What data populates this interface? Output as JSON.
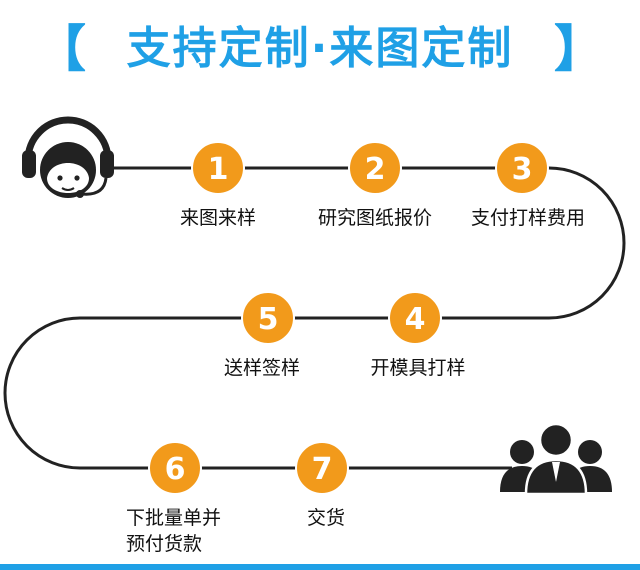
{
  "title": {
    "bracket_left": "【",
    "text": "支持定制·来图定制",
    "bracket_right": "】"
  },
  "colors": {
    "title_blue": "#1fa0e6",
    "circle_orange": "#f29a1b",
    "line": "#222222",
    "icon": "#222222",
    "bottom_bar": "#1fa0e6"
  },
  "icons": {
    "start": "customer-service-headset-icon",
    "end": "customer-group-icon"
  },
  "steps": [
    {
      "number": "1",
      "label": [
        "来图来样"
      ]
    },
    {
      "number": "2",
      "label": [
        "研究图纸报价"
      ]
    },
    {
      "number": "3",
      "label": [
        "支付打样费用"
      ]
    },
    {
      "number": "4",
      "label": [
        "开模具打样"
      ]
    },
    {
      "number": "5",
      "label": [
        "送样签样"
      ]
    },
    {
      "number": "6",
      "label": [
        "下批量单并",
        "预付货款"
      ]
    },
    {
      "number": "7",
      "label": [
        "交货"
      ]
    }
  ]
}
